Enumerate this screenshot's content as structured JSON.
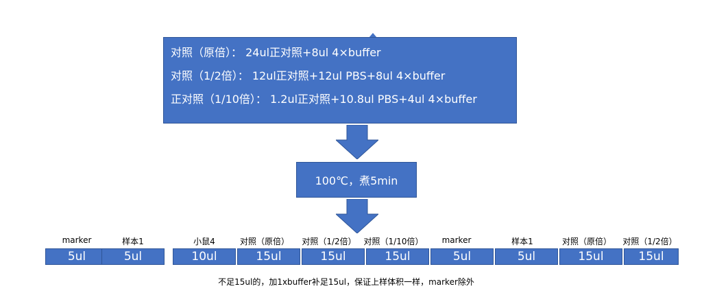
{
  "colors": {
    "box_fill": "#4472c4",
    "box_border": "#2f5597",
    "text_on_box": "#ffffff"
  },
  "top_box": {
    "lines": [
      "对照（原倍）： 24ul正对照+8ul 4×buffer",
      "对照（1/2倍）： 12ul正对照+12ul PBS+8ul 4×buffer",
      "正对照（1/10倍）： 1.2ul正对照+10.8ul PBS+4ul 4×buffer"
    ]
  },
  "step": {
    "label": "100℃，煮5min"
  },
  "lanes": [
    {
      "label": "marker",
      "volume": "5ul"
    },
    {
      "label": "样本1",
      "volume": "5ul"
    },
    {
      "label": "小鼠4",
      "volume": "10ul"
    },
    {
      "label": "对照（原倍）",
      "volume": "15ul"
    },
    {
      "label": "对照（1/2倍）",
      "volume": "15ul"
    },
    {
      "label": "对照（1/10倍）",
      "volume": "15ul"
    },
    {
      "label": "marker",
      "volume": "5ul"
    },
    {
      "label": "样本1",
      "volume": "5ul"
    },
    {
      "label": "对照（原倍）",
      "volume": "15ul"
    },
    {
      "label": "对照（1/2倍）",
      "volume": "15ul"
    }
  ],
  "footnote": "不足15ul的，加1xbuffer补足15ul，保证上样体积一样，marker除外"
}
